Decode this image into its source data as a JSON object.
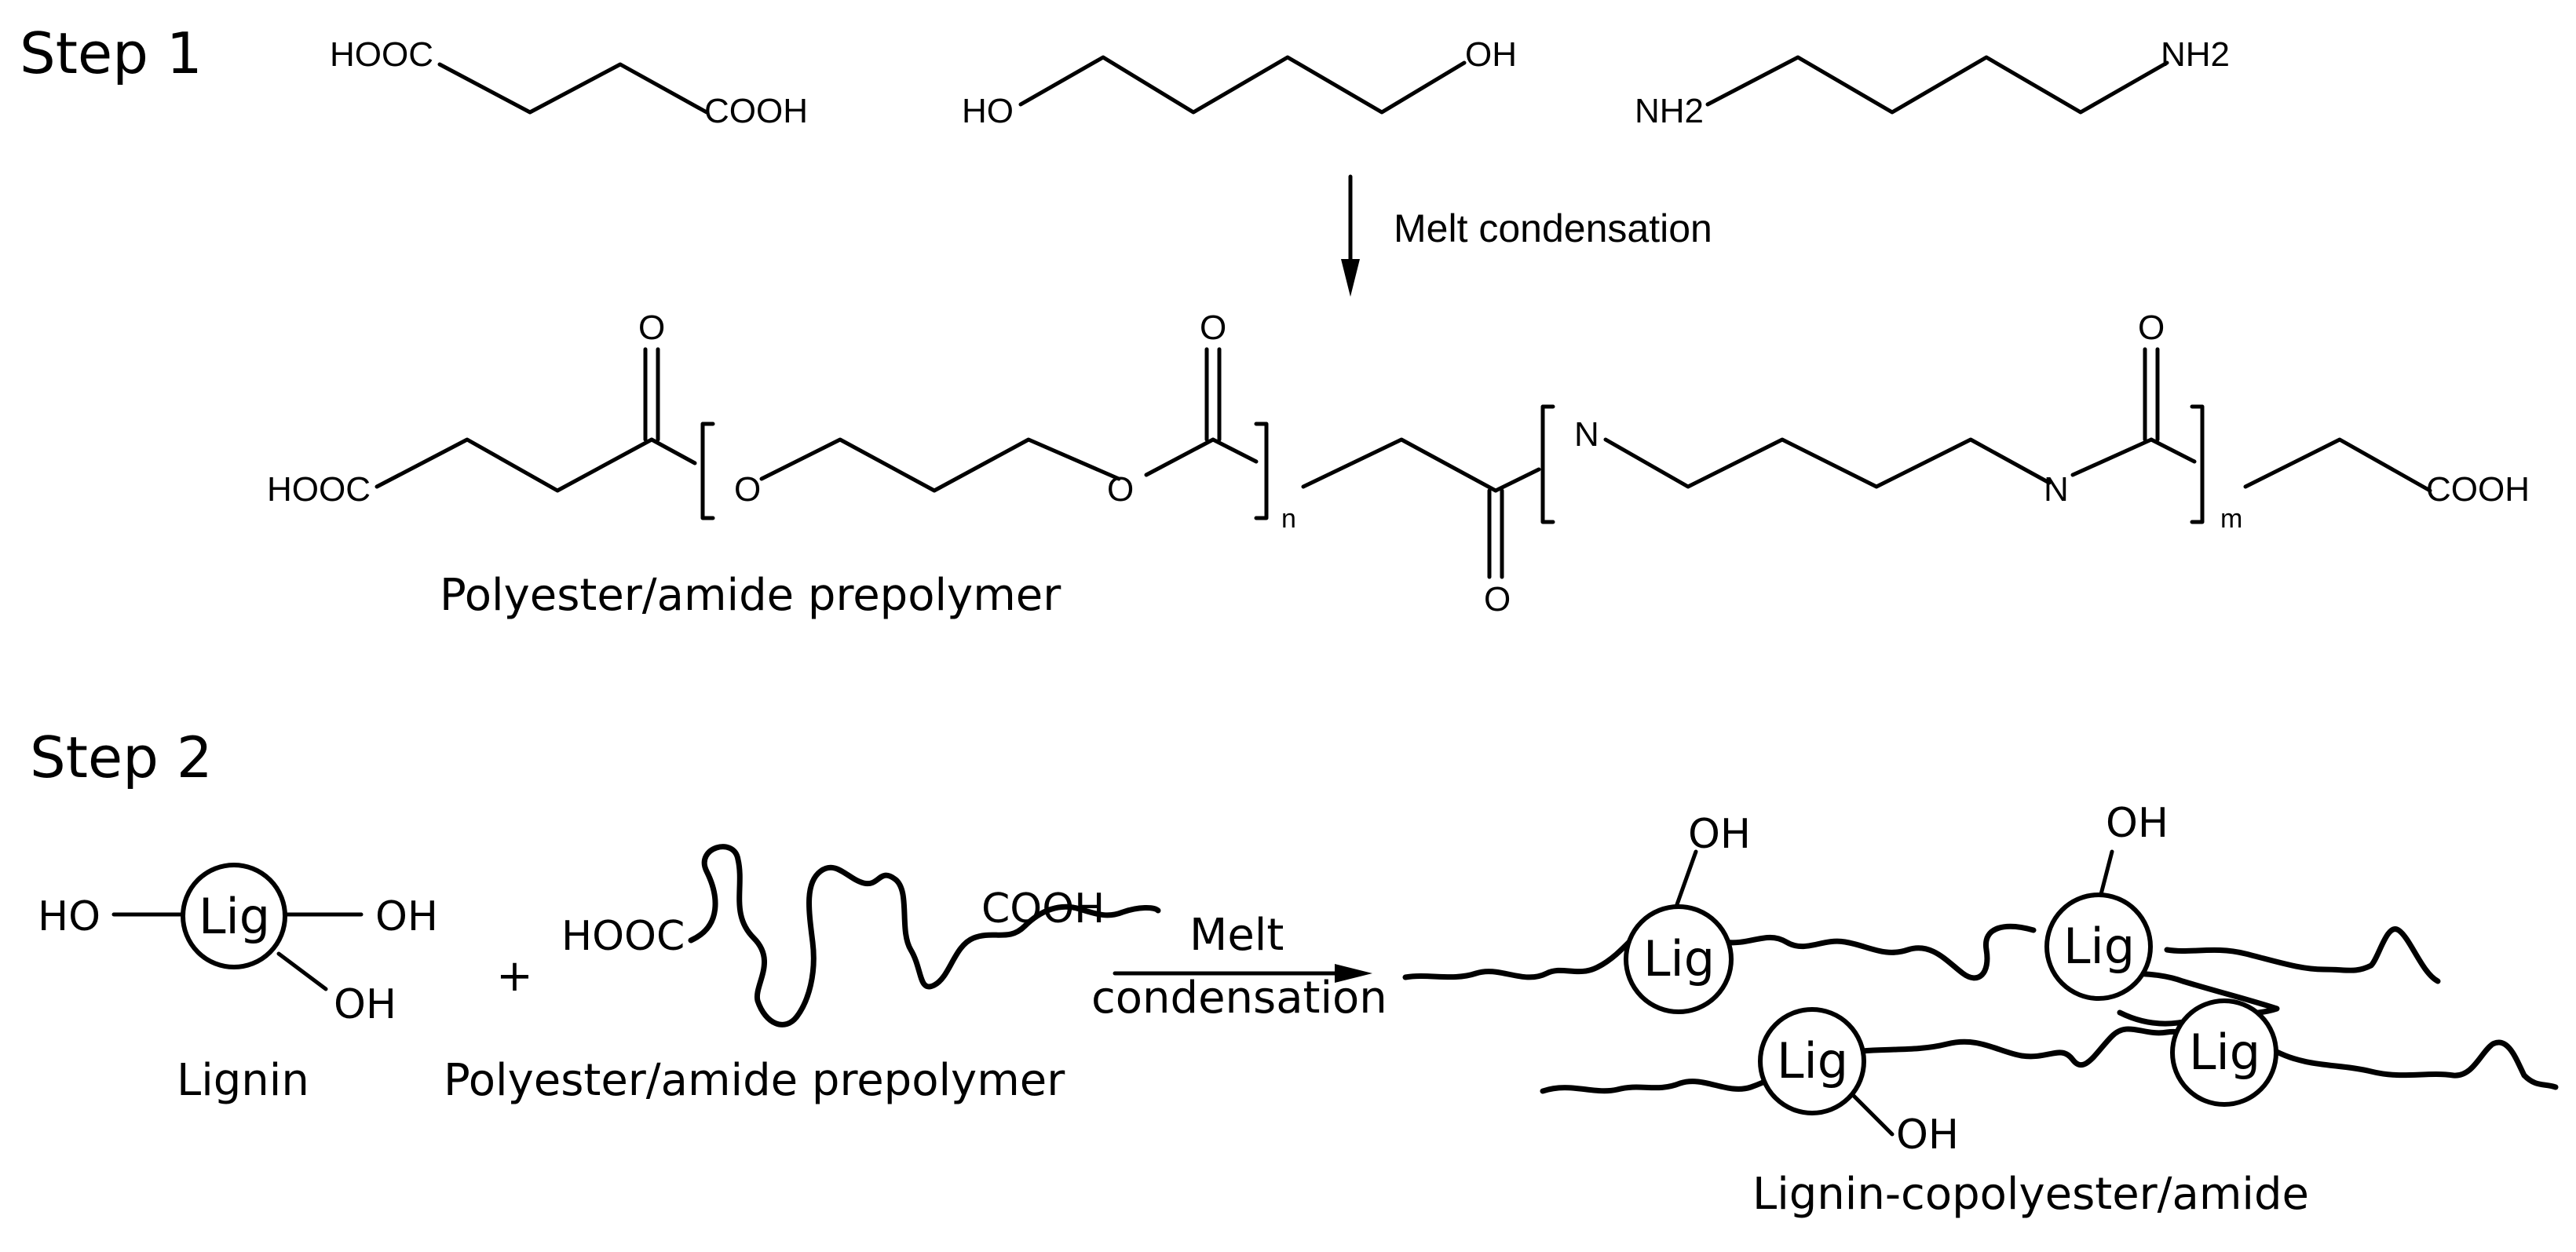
{
  "steps": {
    "step1": "Step 1",
    "step2": "Step 2"
  },
  "reactants": {
    "acid_left": "HOOC",
    "acid_right": "COOH",
    "diol_left": "HO",
    "diol_right": "OH",
    "diamine_left": "NH2",
    "diamine_right": "NH2"
  },
  "reaction1": {
    "label": "Melt condensation"
  },
  "prepolymer": {
    "end_left": "HOOC",
    "end_right": "COOH",
    "carbonyl_o": "O",
    "ester_o": "O",
    "amide_n": "N",
    "repeat_n": "n",
    "repeat_m": "m",
    "caption": "Polyester/amide prepolymer"
  },
  "step2": {
    "lig": "Lig",
    "ho": "HO",
    "oh": "OH",
    "plus": "+",
    "lignin_caption": "Lignin",
    "chain_left": "HOOC",
    "chain_right": "COOH",
    "prepolymer_caption": "Polyester/amide prepolymer",
    "arrow_label_1": "Melt",
    "arrow_label_2": "condensation",
    "product_caption": "Lignin-copolyester/amide"
  }
}
